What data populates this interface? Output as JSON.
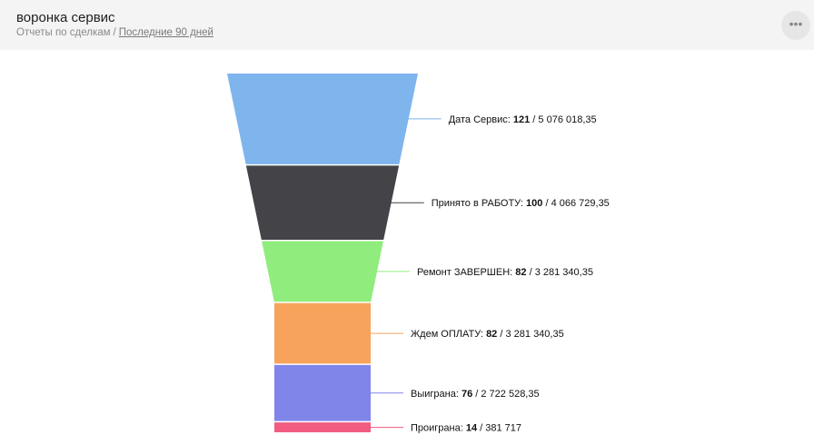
{
  "header": {
    "title": "воронка сервис",
    "breadcrumb": "Отчеты по сделкам",
    "separator": "/",
    "period": "Последние 90 дней",
    "menu_icon": "more-dots-icon"
  },
  "chart_data": {
    "type": "funnel",
    "stages": [
      {
        "name": "Дата Сервис",
        "count": 121,
        "amount": "5 076 018,35",
        "color": "#7eb5ec"
      },
      {
        "name": "Принято в РАБОТУ",
        "count": 100,
        "amount": "4 066 729,35",
        "color": "#434348"
      },
      {
        "name": "Ремонт ЗАВЕРШЕН",
        "count": 82,
        "amount": "3 281 340,35",
        "color": "#90ed7d"
      },
      {
        "name": "Ждем ОПЛАТУ",
        "count": 82,
        "amount": "3 281 340,35",
        "color": "#f7a35c"
      },
      {
        "name": "Выиграна",
        "count": 76,
        "amount": "2 722 528,35",
        "color": "#8085e9"
      },
      {
        "name": "Проиграна",
        "count": 14,
        "amount": "381 717",
        "color": "#f15c80"
      }
    ]
  }
}
